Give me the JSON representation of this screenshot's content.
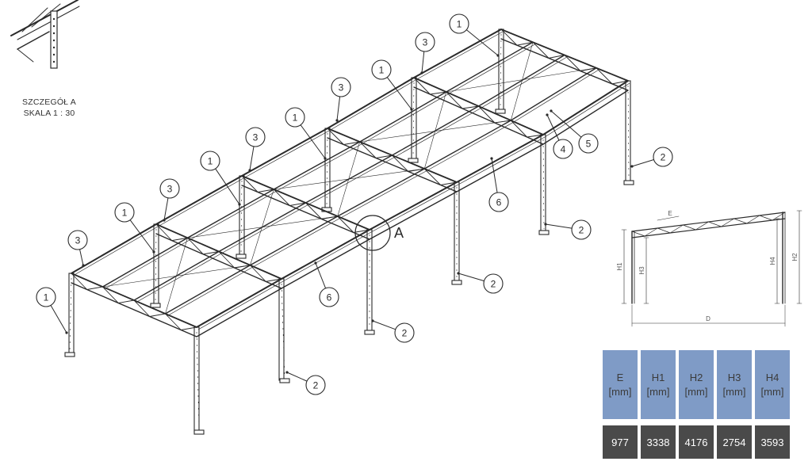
{
  "detail": {
    "title": "SZCZEGÓŁ A",
    "scale": "SKALA 1 : 30",
    "marker": "A"
  },
  "callouts": {
    "column": "1",
    "foot": "2",
    "truss": "3",
    "rail_4": "4",
    "rail_5": "5",
    "beam": "6"
  },
  "elevation": {
    "labels": {
      "E": "E",
      "H1": "H1",
      "H2": "H2",
      "H3": "H3",
      "H4": "H4",
      "D": "D"
    }
  },
  "dimensions_table": {
    "columns": [
      {
        "name": "E",
        "unit": "[mm]",
        "value": "977"
      },
      {
        "name": "H1",
        "unit": "[mm]",
        "value": "3338"
      },
      {
        "name": "H2",
        "unit": "[mm]",
        "value": "4176"
      },
      {
        "name": "H3",
        "unit": "[mm]",
        "value": "2754"
      },
      {
        "name": "H4",
        "unit": "[mm]",
        "value": "3593"
      }
    ]
  },
  "colors": {
    "line": "#2a2a2a",
    "table_header": "#7f9bc6",
    "table_value": "#4a4a4a"
  }
}
